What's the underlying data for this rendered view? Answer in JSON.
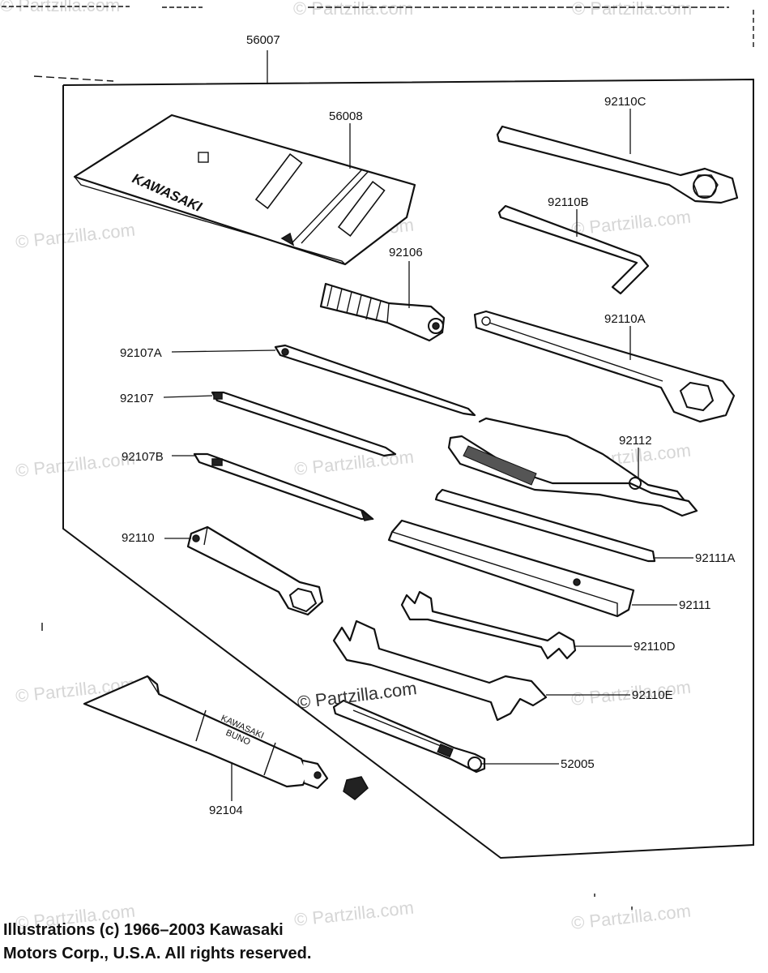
{
  "watermark": "© Partzilla.com",
  "inline_watermark": "© Partzilla.com",
  "copyright_lines": [
    "Illustrations (c) 1966–2003 Kawasaki",
    "Motors Corp., U.S.A.  All rights reserved."
  ],
  "parts": {
    "kit": "56007",
    "pouch": "56008",
    "pouch_logo": "KAWASAKI",
    "handle_92106": "92106",
    "driver_92107A": "92107A",
    "driver_92107": "92107",
    "driver_92107B": "92107B",
    "plug_wrench": "92110",
    "grease_tube": "92104",
    "tube_text_1": "KAWASAKI",
    "tube_text_2": "BUNO",
    "wrench_C": "92110C",
    "hex_B": "92110B",
    "wrench_A": "92110A",
    "pliers": "92112",
    "bar": "92111A",
    "flat_bar": "92111",
    "wrench_D": "92110D",
    "wrench_E": "92110E",
    "strap": "52005"
  }
}
